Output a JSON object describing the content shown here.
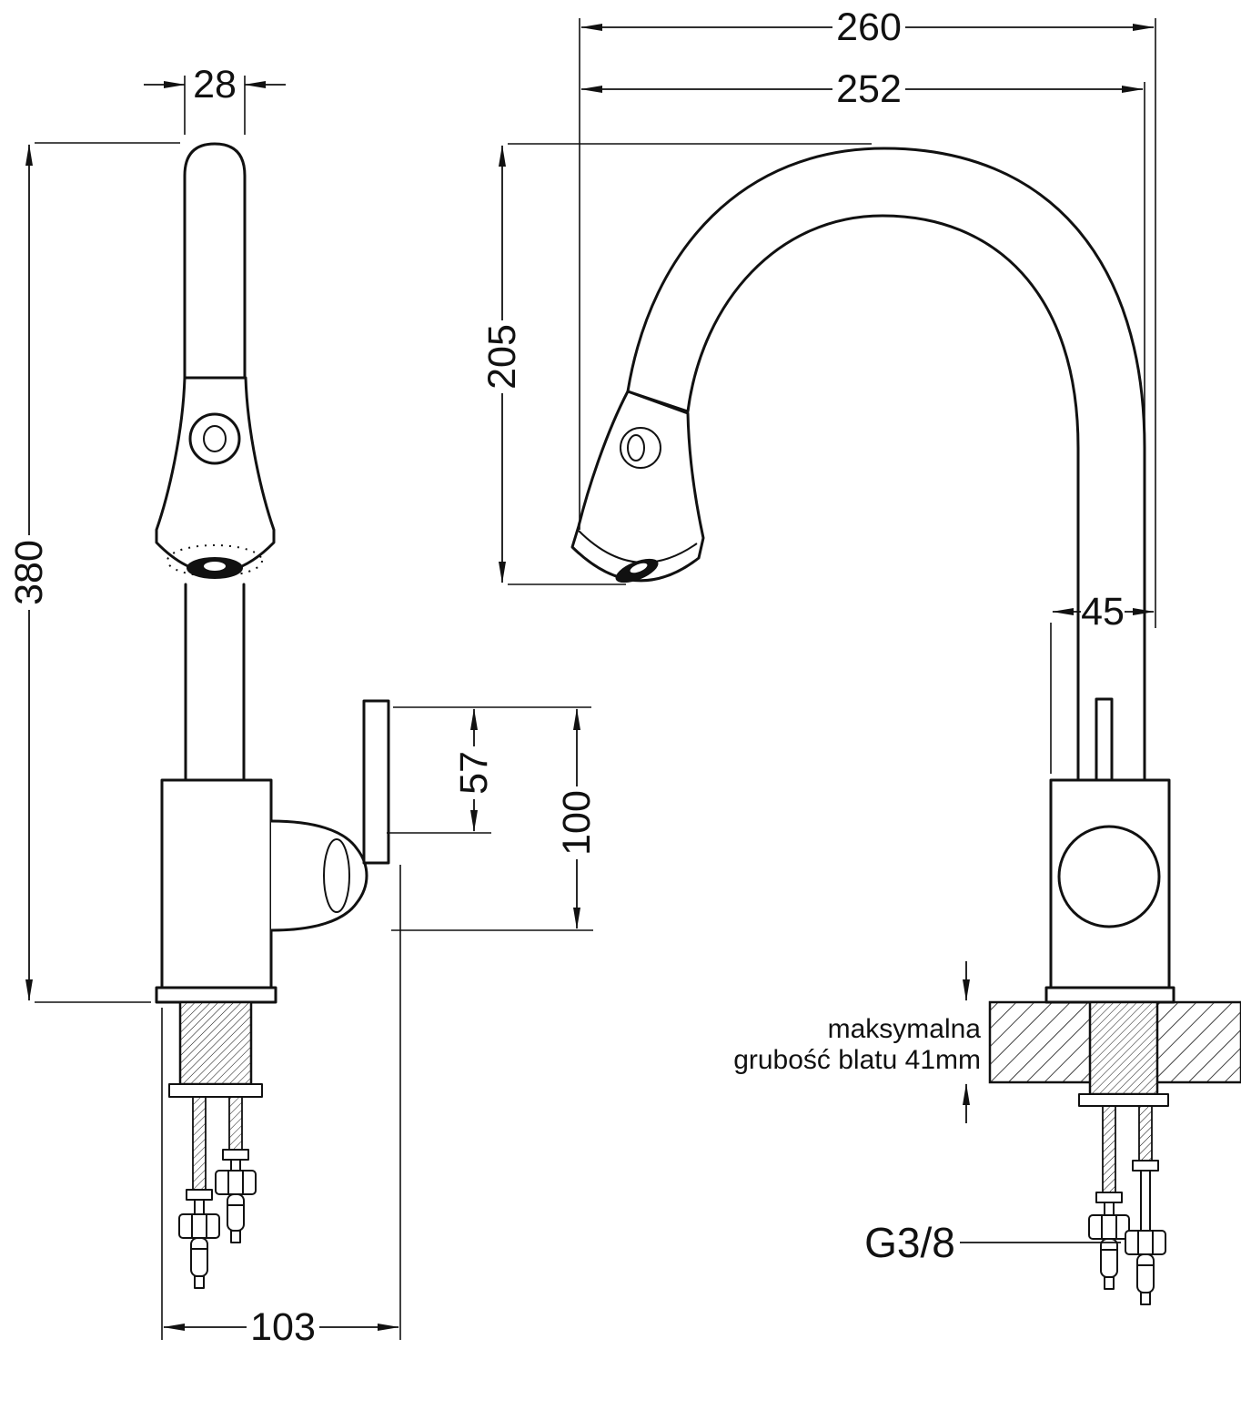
{
  "drawing": {
    "front_view": {
      "spout_width": "28",
      "total_height": "380",
      "handle_upper_height": "57",
      "handle_total_height": "100",
      "base_span": "103"
    },
    "side_view": {
      "overall_width": "260",
      "spout_reach": "252",
      "spout_height": "205",
      "body_width": "45",
      "counter_note_line1": "maksymalna",
      "counter_note_line2": "grubość blatu 41mm",
      "connection_thread": "G3/8"
    }
  }
}
